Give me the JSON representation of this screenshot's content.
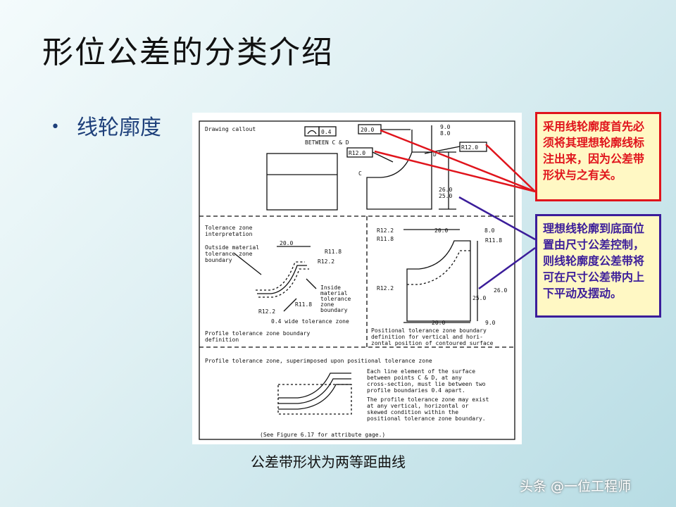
{
  "slide": {
    "title": "形位公差的分类介绍",
    "bullet": "线轮廓度",
    "caption": "公差带形状为两等距曲线",
    "watermark": "头条 @一位工程师"
  },
  "notes": {
    "red": "采用线轮廓度首先必须将其理想轮廓线标注出来，因为公差带形状与之有关。",
    "blue": "理想线轮廓到底面位置由尺寸公差控制，则线轮廓度公差带将可在尺寸公差带内上下平动及摆动。"
  },
  "colors": {
    "red": "#e0141c",
    "blue": "#3b1d9a",
    "note_bg": "#fff8c4"
  },
  "drawing": {
    "callout_title": "Drawing callout",
    "tolerance_value": "0.4",
    "between": "BETWEEN C & D",
    "dim_20": "20.0",
    "dim_9": "9.0",
    "dim_8": "8.0",
    "dim_r12": "R12.0",
    "dim_r12_right": "R12.0",
    "label_c": "C",
    "label_d": "D",
    "dim_26": "26.0",
    "dim_25": "25.0",
    "tz_title1": "Tolerance zone",
    "tz_title2": "interpretation",
    "outside1": "Outside material",
    "outside2": "tolerance zone",
    "outside3": "boundary",
    "inside1": "Inside",
    "inside2": "material",
    "inside3": "tolerance",
    "inside4": "zone",
    "inside5": "boundary",
    "r11_8": "R11.8",
    "r12_2": "R12.2",
    "r11_8_b": "R11.8",
    "r12_2_b": "R12.2",
    "wide_zone": "0.4 wide tolerance zone",
    "profile_def1": "Profile tolerance zone boundary",
    "profile_def2": "definition",
    "pos_r12_2": "R12.2",
    "pos_r11_8": "R11.8",
    "pos_20": "20.0",
    "pos_8": "8.0",
    "pos_r11_8_right": "R11.8",
    "pos_r12_2_low": "R12.2",
    "pos_26": "26.0",
    "pos_25": "25.0",
    "pos_20_low": "20.0",
    "pos_9": "9.0",
    "pos_def1": "Positional tolerance zone boundary",
    "pos_def2": "definition for vertical and hori-",
    "pos_def3": "zontal position of contoured surface",
    "super_title": "Profile tolerance zone, superimposed upon positional tolerance zone",
    "para1": "Each line element of the surface",
    "para2": "between points C & D, at any",
    "para3": "cross-section, must lie between two",
    "para4": "profile boundaries 0.4 apart.",
    "para5": "The profile tolerance zone may exist",
    "para6": "at any vertical, horizontal or",
    "para7": "skewed condition within the",
    "para8": "positional tolerance zone boundary.",
    "see_figure": "(See Figure 6.17 for attribute gage.)"
  }
}
